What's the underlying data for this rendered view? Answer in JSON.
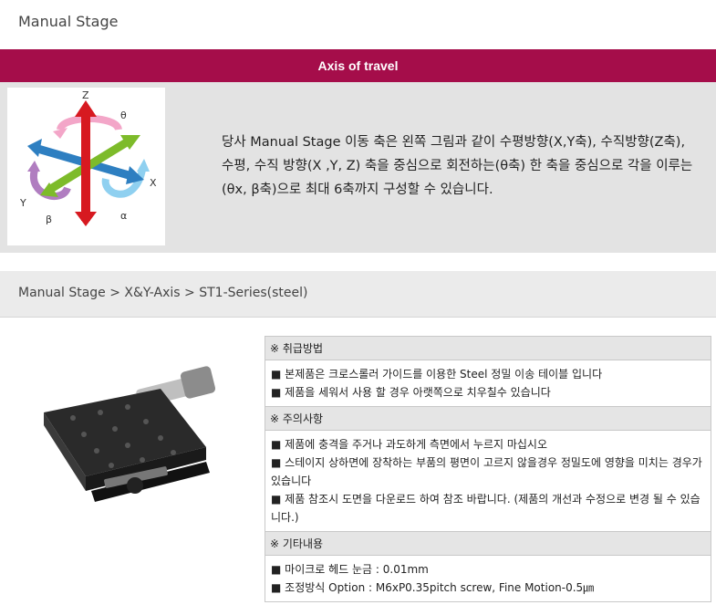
{
  "page_title": "Manual Stage",
  "axis_section": {
    "heading": "Axis of travel",
    "diagram_labels": {
      "z": "Z",
      "theta": "θ",
      "x": "X",
      "y": "Y",
      "beta": "β",
      "alpha": "α"
    },
    "description": "당사 Manual Stage 이동 축은 왼쪽 그림과 같이 수평방향(X,Y축), 수직방향(Z축), 수평, 수직 방향(X ,Y, Z) 축을 중심으로 회전하는(θ축) 한 축을 중심으로 각을 이루는(θx, β축)으로 최대 6축까지 구성할 수 있습니다."
  },
  "breadcrumb": "Manual Stage > X&Y-Axis > ST1-Series(steel)",
  "info_sections": [
    {
      "header": "※ 취급방법",
      "lines": [
        "■ 본제품은 크로스롤러 가이드를 이용한 Steel 정밀 이송 테이블 입니다",
        "■ 제품을 세워서 사용 할 경우 아랫쪽으로 치우칠수 있습니다"
      ]
    },
    {
      "header": "※ 주의사항",
      "lines": [
        "■ 제품에 충격을 주거나 과도하게 측면에서 누르지 마십시오",
        "■ 스테이지 상하면에 장착하는 부품의 평면이 고르지 않을경우 정밀도에 영향을 미치는 경우가 있습니다",
        "■ 제품 참조시 도면을 다운로드 하여 참조 바랍니다. (제품의 개선과 수정으로 변경 될 수 있습니다.)"
      ]
    },
    {
      "header": "※ 기타내용",
      "lines": [
        "■ 마이크로 헤드 눈금 : 0.01mm",
        "■ 조정방식 Option : M6xP0.35pitch screw, Fine Motion-0.5㎛"
      ]
    }
  ],
  "colors": {
    "band": "#a50d4a",
    "panel": "#e3e3e3",
    "z_arrow": "#d71920",
    "x_arrow": "#2e7fc1",
    "y_arrow": "#7dbb2a"
  }
}
